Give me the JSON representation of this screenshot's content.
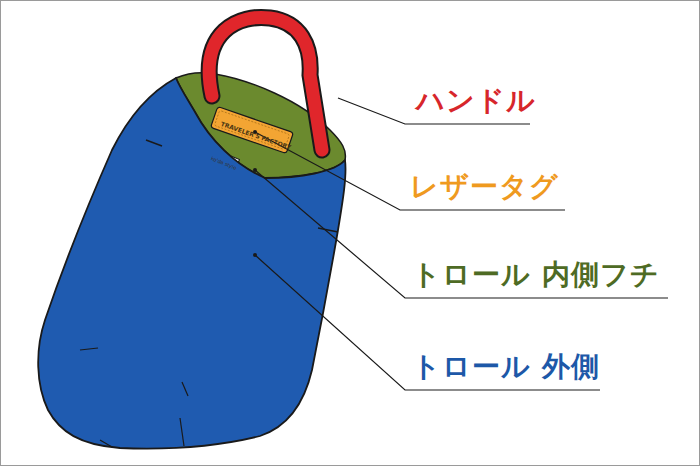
{
  "diagram": {
    "labels": [
      "TRAVELER'S FACTORY",
      "ko'da style",
      "ハンドル",
      "レザータグ",
      "トロール 内側フチ",
      "トロール 外側"
    ]
  }
}
